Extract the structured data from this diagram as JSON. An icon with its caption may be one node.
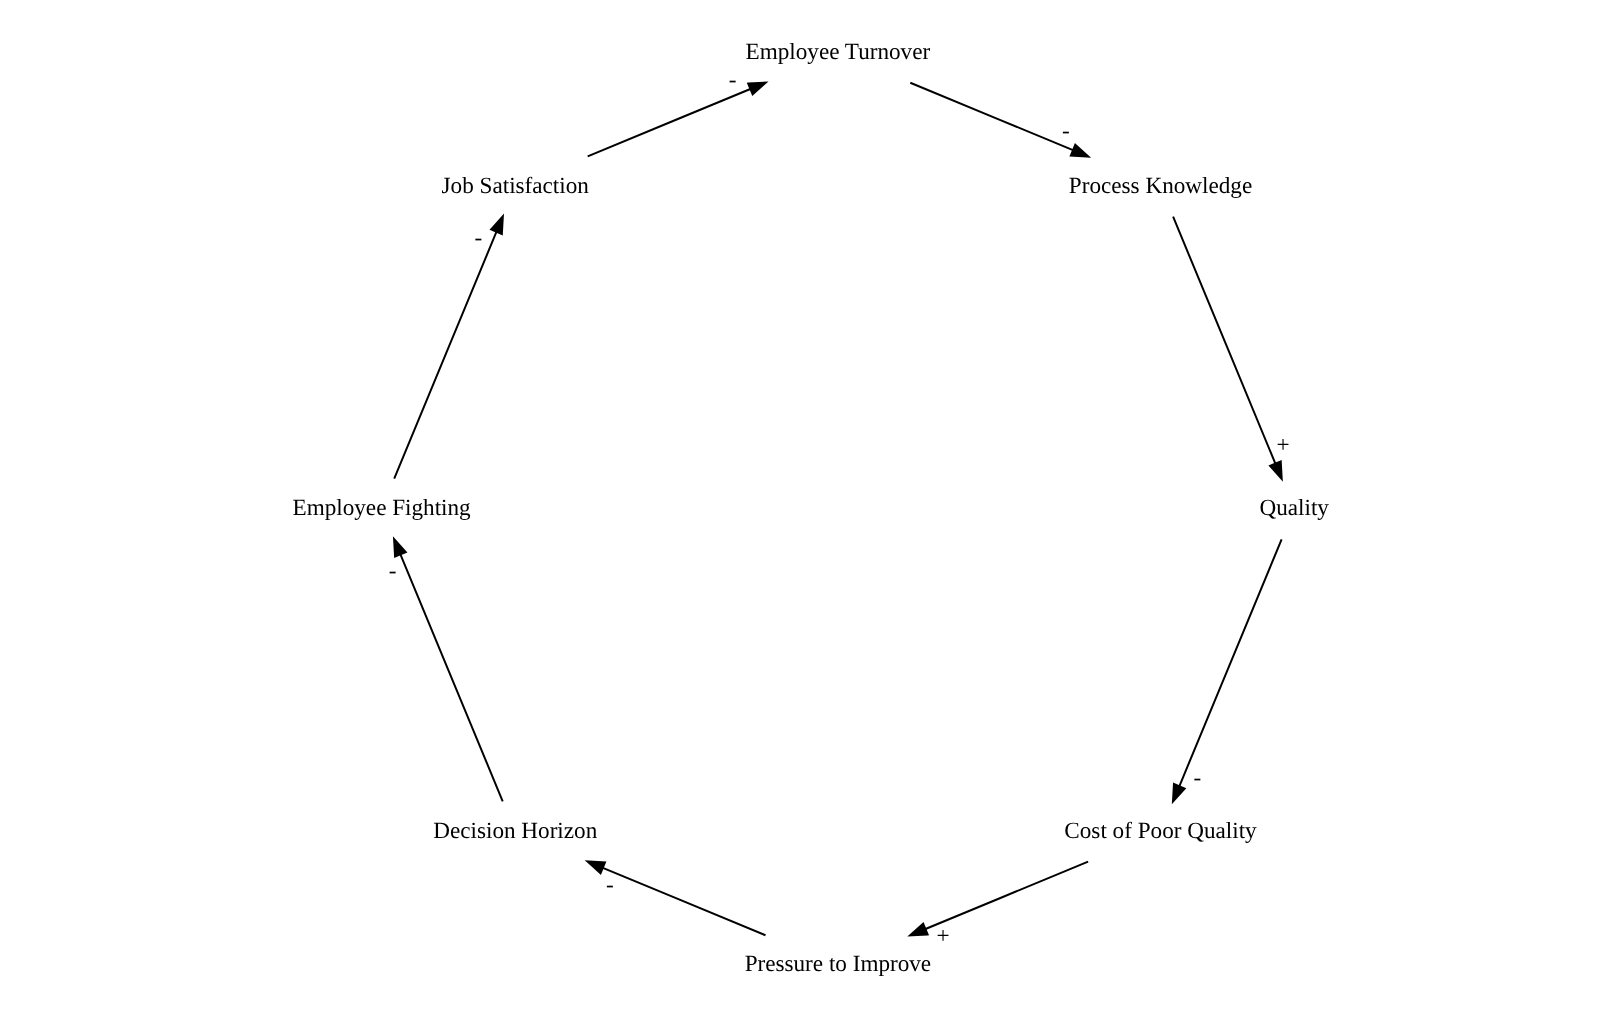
{
  "diagram": {
    "nodes": [
      {
        "text": [
          "Cost of Poor Quality"
        ]
      },
      {
        "text": [
          "Pressure to Improve"
        ]
      },
      {
        "text": [
          "Decision Horizon"
        ]
      },
      {
        "text": [
          "Employee Fighting"
        ]
      },
      {
        "text": [
          "Job Satisfaction"
        ]
      },
      {
        "text": [
          "Employee Turnover"
        ]
      },
      {
        "text": [
          "Process Knowledge"
        ]
      },
      {
        "text": [
          "Quality"
        ]
      }
    ],
    "edges": [
      {
        "from": 0,
        "to": 1,
        "arrow": "to",
        "label": "+"
      },
      {
        "from": 1,
        "to": 2,
        "arrow": "to",
        "label": "-"
      },
      {
        "from": 2,
        "to": 3,
        "arrow": "to",
        "label": "-"
      },
      {
        "from": 3,
        "to": 4,
        "arrow": "to",
        "label": "-"
      },
      {
        "from": 4,
        "to": 5,
        "arrow": "to",
        "label": "-"
      },
      {
        "from": 5,
        "to": 6,
        "arrow": "to",
        "label": "-"
      },
      {
        "from": 6,
        "to": 7,
        "arrow": "to",
        "label": "+"
      },
      {
        "from": 7,
        "to": 0,
        "arrow": "to",
        "label": "-"
      }
    ]
  }
}
